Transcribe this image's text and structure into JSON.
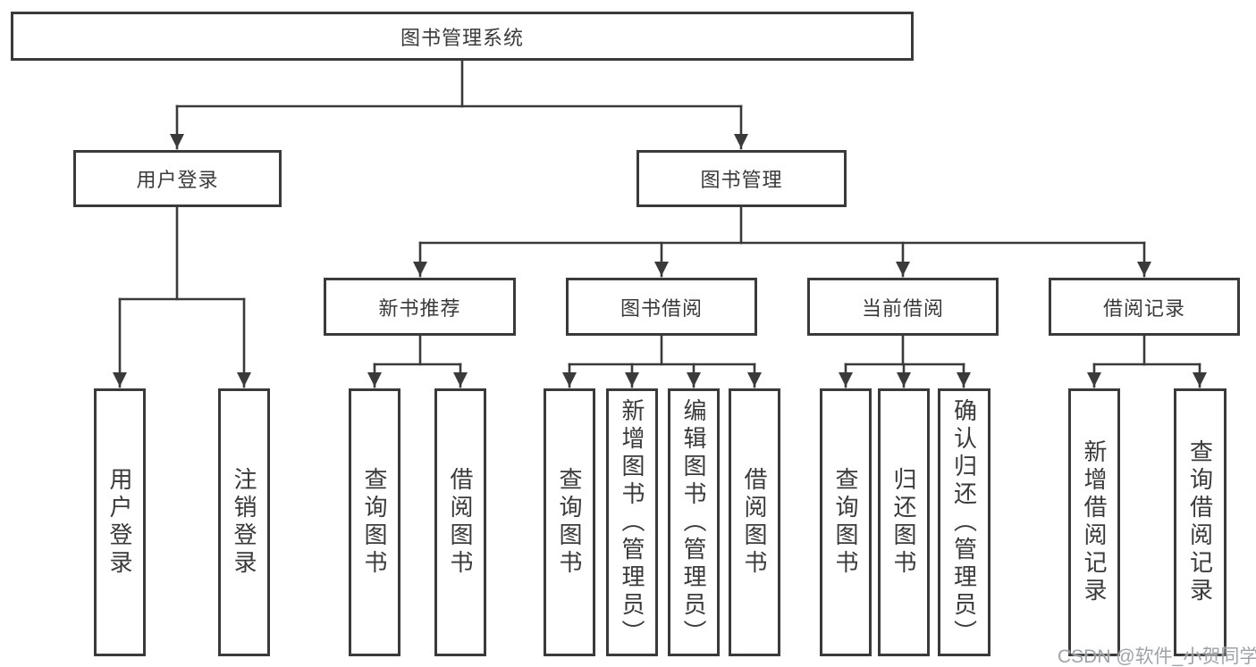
{
  "tree": {
    "label": "图书管理系统",
    "children": [
      {
        "label": "用户登录",
        "children": [
          {
            "label": "用户登录"
          },
          {
            "label": "注销登录"
          }
        ]
      },
      {
        "label": "图书管理",
        "children": [
          {
            "label": "新书推荐",
            "children": [
              {
                "label": "查询图书"
              },
              {
                "label": "借阅图书"
              }
            ]
          },
          {
            "label": "图书借阅",
            "children": [
              {
                "label": "查询图书"
              },
              {
                "label": "新增图书（管理员）"
              },
              {
                "label": "编辑图书（管理员）"
              },
              {
                "label": "借阅图书"
              }
            ]
          },
          {
            "label": "当前借阅",
            "children": [
              {
                "label": "查询图书"
              },
              {
                "label": "归还图书"
              },
              {
                "label": "确认归还（管理员）"
              }
            ]
          },
          {
            "label": "借阅记录",
            "children": [
              {
                "label": "新增借阅记录"
              },
              {
                "label": "查询借阅记录"
              }
            ]
          }
        ]
      }
    ]
  },
  "watermark": "CSDN @软件_小贺同学",
  "colors": {
    "line": "#3a3a3a",
    "box_border": "#3a3a3a",
    "text": "#3a3a3a",
    "background": "#ffffff",
    "watermark": "#9499a1"
  }
}
